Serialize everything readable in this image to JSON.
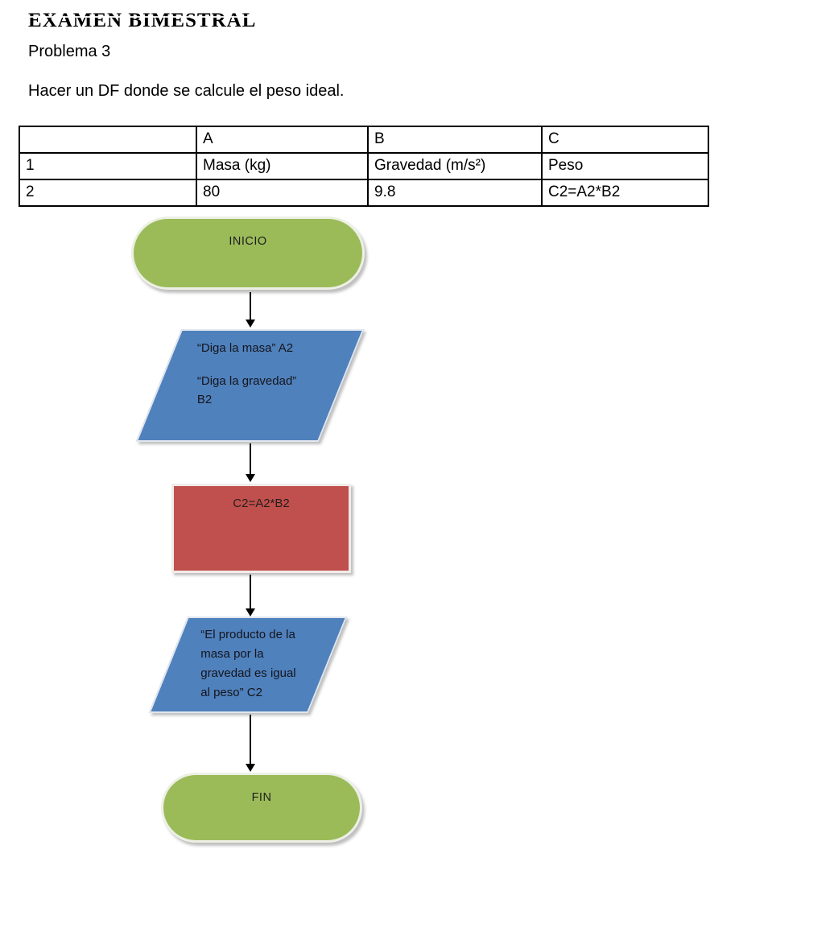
{
  "document": {
    "title": "EXAMEN BIMESTRAL",
    "problem_label": "Problema 3",
    "instruction": "Hacer un DF donde se calcule el peso ideal."
  },
  "spreadsheet_table": {
    "col_headers": [
      "",
      "A",
      "B",
      "C"
    ],
    "rows": [
      {
        "row_label": "1",
        "a": "Masa (kg)",
        "b": "Gravedad (m/s²)",
        "c": "Peso"
      },
      {
        "row_label": "2",
        "a": "80",
        "b": "9.8",
        "c": "C2=A2*B2"
      }
    ]
  },
  "flowchart": {
    "start": {
      "type": "terminator",
      "label": "INICIO",
      "fill": "#9bbb59"
    },
    "input": {
      "type": "io",
      "line1": "“Diga la masa” A2",
      "line2": "“Diga la gravedad” B2",
      "fill": "#4f81bd"
    },
    "process": {
      "type": "process",
      "label": "C2=A2*B2",
      "fill": "#c0504d"
    },
    "output": {
      "type": "io",
      "label": "“El producto de la masa por la gravedad es igual al peso” C2",
      "fill": "#4f81bd"
    },
    "end": {
      "type": "terminator",
      "label": "FIN",
      "fill": "#9bbb59"
    }
  },
  "colors": {
    "shape_green": "#9bbb59",
    "shape_blue": "#4f81bd",
    "shape_red": "#c0504d",
    "shape_border": "#eef0e8",
    "shape_shadow": "#8a8a8a",
    "arrow": "#000000",
    "table_border": "#000000",
    "page_background": "#ffffff"
  }
}
